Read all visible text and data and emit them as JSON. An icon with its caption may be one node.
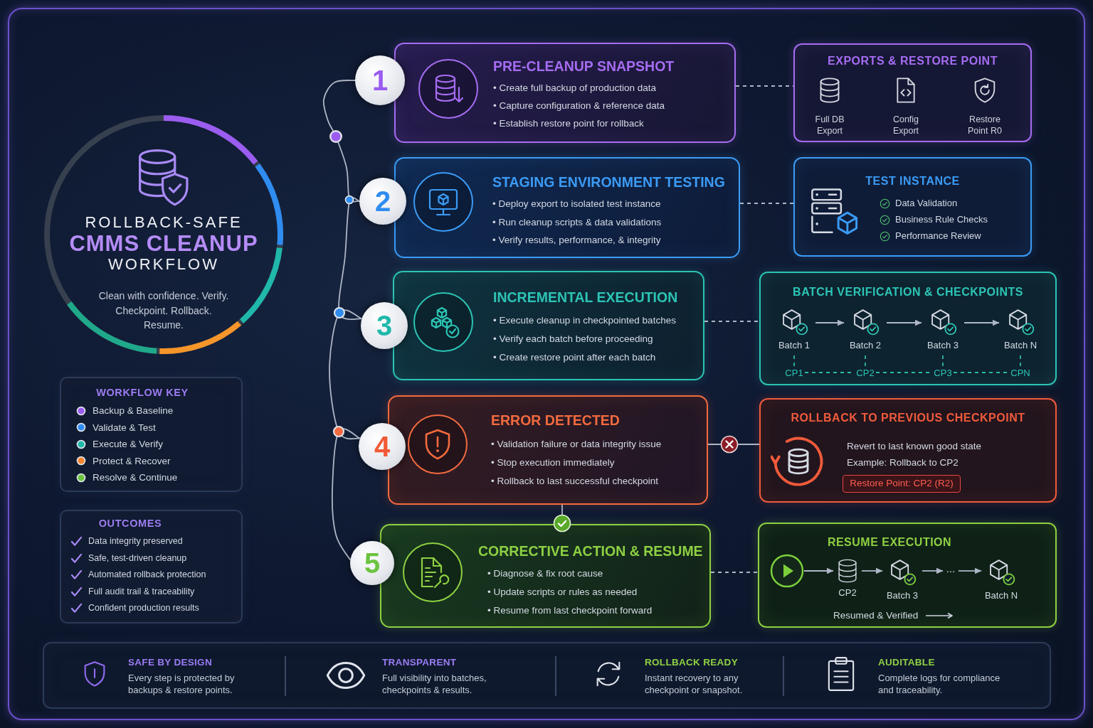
{
  "diagram": {
    "title": "ROLLBACK-SAFE **CMMS CLEANUP** WORKFLOW",
    "nodes": [
      {
        "text": [
          "WORKFLOW KEY"
        ]
      },
      {
        "text": [
          "OUTCOMES",
          "Data integrity preserved",
          "Safe, test-driven cleanup",
          "Automated rollback protection",
          "Full audit trail & traceability",
          "Confident production results"
        ]
      },
      {
        "text": [
          "1"
        ]
      },
      {
        "text": [
          "PRE-CLEANUP SNAPSHOT",
          "• Create full backup of production data",
          "• Capture configuration & reference data",
          "• Establish restore point for rollback"
        ]
      },
      {
        "text": [
          "EXPORTS & RESTORE POINT",
          "Full DB Export",
          "Config Export",
          "Restore Point R0"
        ]
      },
      {
        "text": [
          "2"
        ]
      },
      {
        "text": [
          "**STAGING ENVIRONMENT** TESTING",
          "• Deploy export to isolated test instance",
          "• Run cleanup scripts & data validations",
          "• Verify results, performance, & integrity"
        ]
      },
      {
        "text": [
          "TEST INSTANCE",
          "Data Validation",
          "Business Rule Checks",
          "Performance Review"
        ]
      },
      {
        "text": [
          "3"
        ]
      },
      {
        "text": [
          "INCREMENTAL EXECUTION",
          "• Execute cleanup in checkpointed batches",
          "• Verify each batch before proceeding",
          "• Create restore point after each batch"
        ]
      },
      {
        "text": [
          "BATCH VERIFICATION & CHECKPOINTS"
        ]
      },
      {
        "text": [
          "Batch 1"
        ],
        "in": 10
      },
      {
        "text": [
          "Batch 2"
        ],
        "in": 10
      },
      {
        "text": [
          "Batch 3"
        ],
        "in": 10
      },
      {
        "text": [
          "Batch N"
        ],
        "in": 10
      },
      {
        "text": [
          "CP1"
        ],
        "in": 10
      },
      {
        "text": [
          "CP2"
        ],
        "in": 10
      },
      {
        "text": [
          "CP3"
        ],
        "in": 10
      },
      {
        "text": [
          "CPN"
        ],
        "in": 10
      },
      {
        "text": [
          "4"
        ]
      },
      {
        "text": [
          "ERROR DETECTED",
          "• Validation failure or data integrity issue",
          "• Stop execution immediately",
          "• Rollback to last successful checkpoint"
        ]
      },
      {
        "text": [
          "ROLLBACK TO PREVIOUS CHECKPOINT",
          "Revert to last known good state",
          "Example: Rollback to CP2"
        ]
      },
      {
        "text": [
          "Restore Point: CP2 (R2)"
        ],
        "in": 21
      },
      {
        "text": [
          "5"
        ]
      },
      {
        "text": [
          "CORRECTIVE ACTION & RESUME",
          "• Diagnose & fix root cause",
          "• Update scripts or rules as needed",
          "• Resume from last checkpoint forward"
        ]
      },
      {
        "text": [
          "RESUME EXECUTION",
          "Resumed & Verified"
        ]
      },
      {
        "text": [],
        "shape": "circle",
        "in": 25
      },
      {
        "text": [
          "CP2"
        ],
        "in": 25
      },
      {
        "text": [
          "Batch 3"
        ],
        "in": 25
      },
      {
        "text": [
          "..."
        ],
        "in": 25
      },
      {
        "text": [
          "Batch N"
        ],
        "in": 25
      },
      {
        "text": [
          "SAFE BY DESIGN",
          "Every step is protected by backups & restore points.",
          "TRANSPARENT",
          "Full visibility into batches, checkpoints & results.",
          "ROLLBACK READY",
          "Instant recovery to any checkpoint or snapshot.",
          "AUDITABLE",
          "Complete logs for compliance and traceability."
        ]
      }
    ],
    "edges": [
      {
        "from": 2,
        "to": 5,
        "arrow": "none"
      },
      {
        "from": 5,
        "to": 8,
        "arrow": "none"
      },
      {
        "from": 8,
        "to": 19,
        "arrow": "none"
      },
      {
        "from": 19,
        "to": 23,
        "arrow": "none"
      },
      {
        "from": 3,
        "to": 4,
        "arrow": "none",
        "style": "dashed"
      },
      {
        "from": 6,
        "to": 7,
        "arrow": "none",
        "style": "dashed"
      },
      {
        "from": 9,
        "to": 10,
        "arrow": "none",
        "style": "dashed"
      },
      {
        "from": 20,
        "to": 21,
        "arrow": "none"
      },
      {
        "from": 20,
        "to": 24,
        "arrow": "none"
      },
      {
        "from": 24,
        "to": 25,
        "arrow": "none",
        "style": "dashed"
      },
      {
        "from": 11,
        "to": 12,
        "arrow": "to"
      },
      {
        "from": 12,
        "to": 13,
        "arrow": "to"
      },
      {
        "from": 13,
        "to": 14,
        "arrow": "to"
      },
      {
        "from": 11,
        "to": 15,
        "arrow": "none",
        "style": "dashed",
        "color": "#2cb8a8"
      },
      {
        "from": 12,
        "to": 16,
        "arrow": "none",
        "style": "dashed",
        "color": "#2cb8a8"
      },
      {
        "from": 13,
        "to": 17,
        "arrow": "none",
        "style": "dashed",
        "color": "#2cb8a8"
      },
      {
        "from": 14,
        "to": 18,
        "arrow": "none",
        "style": "dashed",
        "color": "#2cb8a8"
      },
      {
        "from": 15,
        "to": 16,
        "arrow": "none",
        "style": "dashed",
        "color": "#2cb8a8"
      },
      {
        "from": 16,
        "to": 17,
        "arrow": "none",
        "style": "dashed",
        "color": "#2cb8a8"
      },
      {
        "from": 17,
        "to": 18,
        "arrow": "none",
        "style": "dashed",
        "color": "#2cb8a8"
      },
      {
        "from": 26,
        "to": 27,
        "arrow": "to"
      },
      {
        "from": 27,
        "to": 28,
        "arrow": "to"
      },
      {
        "from": 28,
        "to": 29,
        "arrow": "to"
      },
      {
        "from": 29,
        "to": 30,
        "arrow": "to"
      }
    ],
    "labels": [
      "Clean with confidence. Verify. Checkpoint. Rollback. Resume."
    ],
    "legend": [
      {
        "text": "Backup & Baseline",
        "color": "#9b5cf0"
      },
      {
        "text": "Validate & Test",
        "color": "#2f8cf0"
      },
      {
        "text": "Execute & Verify",
        "color": "#1fb8aa"
      },
      {
        "text": "Protect & Recover",
        "color": "#f5852e"
      },
      {
        "text": "Resolve & Continue",
        "color": "#6cc43f"
      }
    ]
  }
}
